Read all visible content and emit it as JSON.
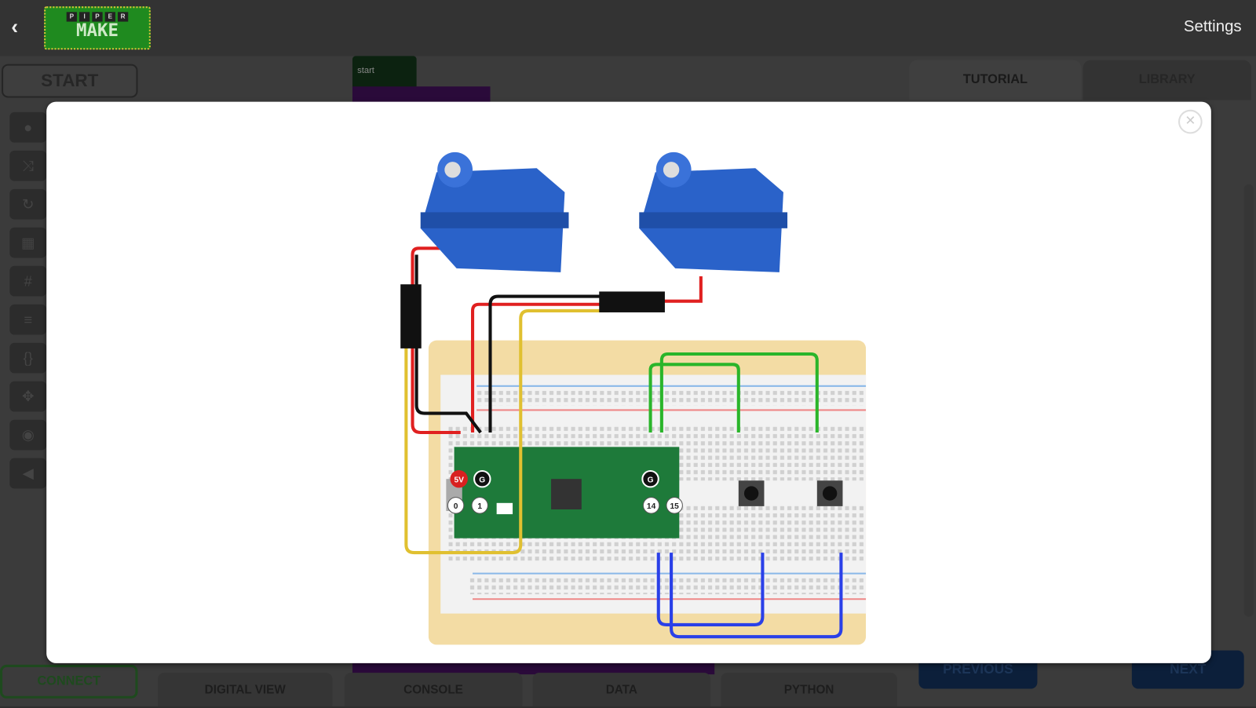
{
  "header": {
    "back_icon": "chevron-left-icon",
    "logo_top": [
      "P",
      "I",
      "P",
      "E",
      "R"
    ],
    "logo_bottom": "MAKE",
    "settings": "Settings"
  },
  "workspace": {
    "start_button": "START",
    "block_label": "start",
    "toolbar_icons": [
      "circle-icon",
      "shuffle-icon",
      "loop-icon",
      "calculator-icon",
      "hash-icon",
      "list-icon",
      "braces-icon",
      "gamepad-icon",
      "target-icon",
      "sound-icon"
    ]
  },
  "right_panel": {
    "tabs": [
      "TUTORIAL",
      "LIBRARY"
    ],
    "previous": "PREVIOUS",
    "next": "NEXT"
  },
  "bottom": {
    "connect": "CONNECT",
    "tabs": [
      "DIGITAL VIEW",
      "CONSOLE",
      "DATA",
      "PYTHON"
    ]
  },
  "modal": {
    "close_icon": "close-icon",
    "pin_labels": {
      "vbus": "5V",
      "gnd_left": "G",
      "gnd_right": "G",
      "pin0": "0",
      "pin1": "1",
      "pin14": "14",
      "pin15": "15"
    }
  },
  "colors": {
    "wire_red": "#e02020",
    "wire_black": "#111111",
    "wire_yellow": "#e0c030",
    "wire_green": "#2ab52a",
    "wire_blue": "#2a40e8",
    "servo": "#2a62c9",
    "pico": "#1e7a3a"
  }
}
